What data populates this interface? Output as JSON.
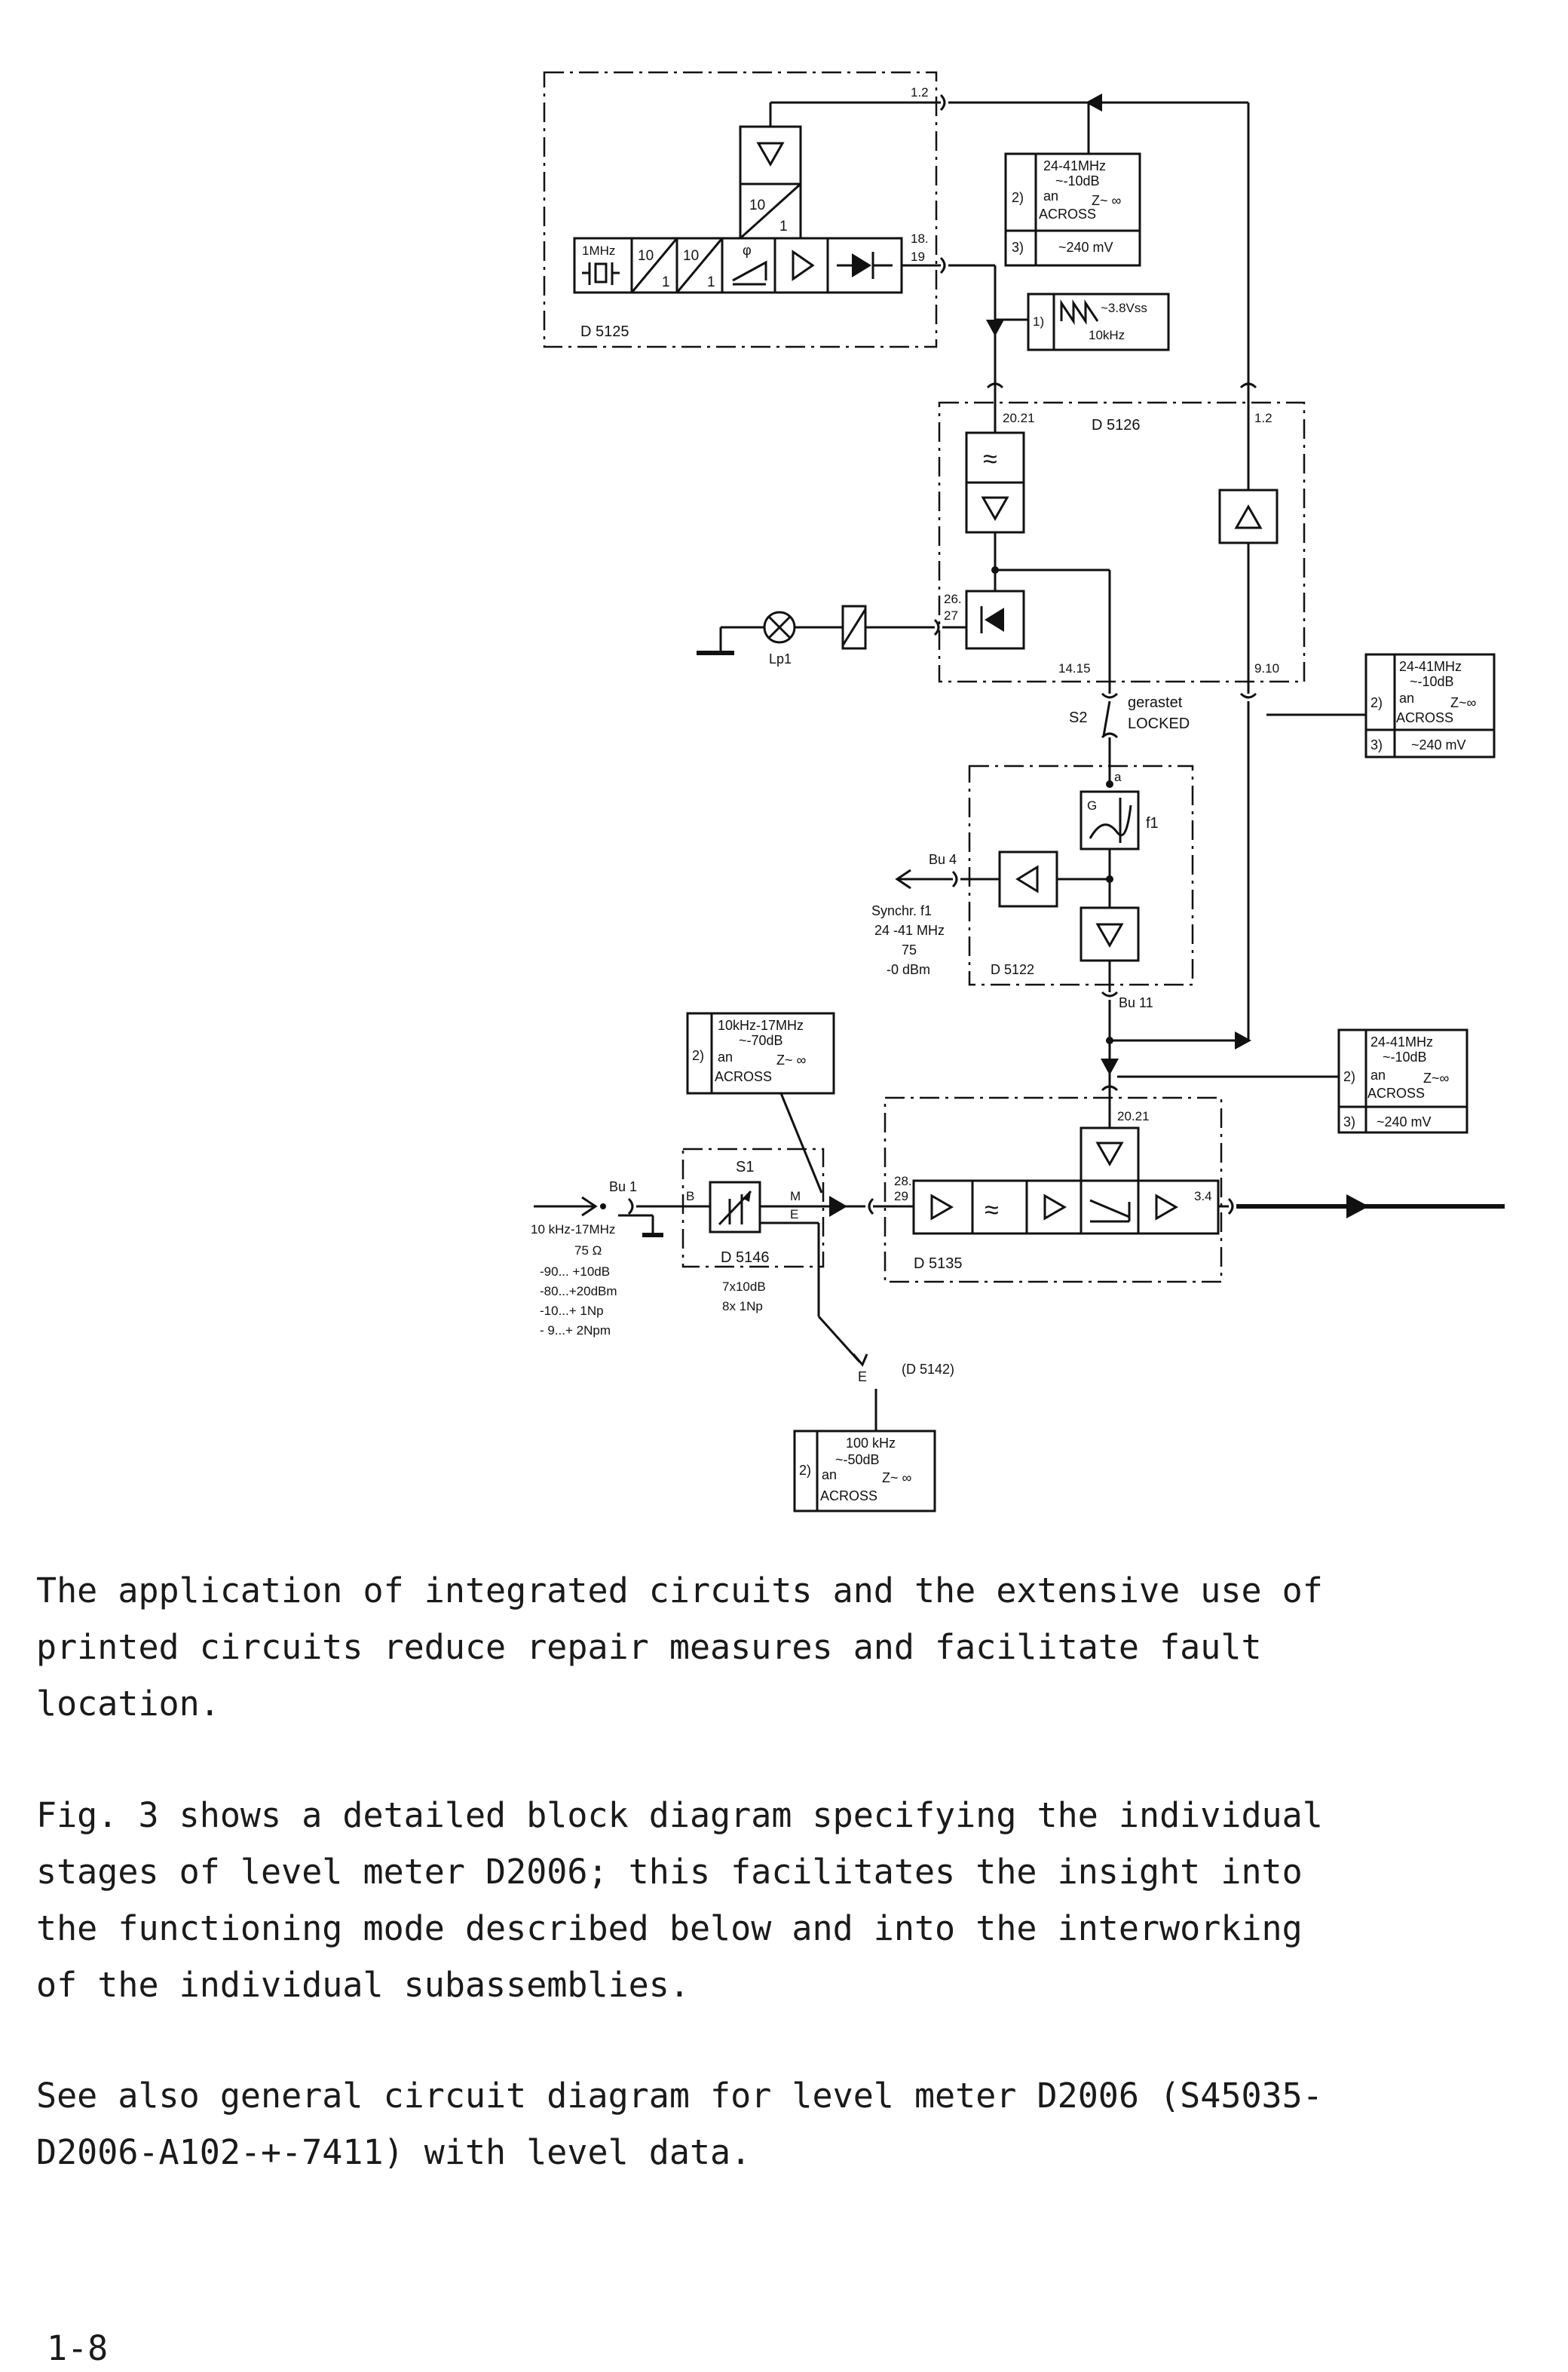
{
  "diagram": {
    "modules": {
      "d5125": "D 5125",
      "d5126": "D 5126",
      "d5122": "D 5122",
      "d5135": "D 5135",
      "d5146": "D 5146",
      "d5142": "(D 5142)"
    },
    "blocks": {
      "osc_label": "1MHz",
      "div1_top": "10",
      "div1_bot": "1",
      "div2_top": "10",
      "div2_bot": "1",
      "div3_top": "10",
      "div3_bot": "1",
      "phase_symbol": "φ",
      "vco_gain": "G",
      "vco_freq": "f1",
      "s1_label": "S1"
    },
    "pins": {
      "p_1_2_top": "1.2",
      "p_18": "18.",
      "p_19": "19",
      "p_20_21_a": "20.21",
      "p_1_2_b": "1.2",
      "p_26": "26.",
      "p_27": "27",
      "p_14_15": "14.15",
      "p_9_10": "9.10",
      "p_a": "a",
      "p_20_21_b": "20.21",
      "p_28": "28.",
      "p_29": "29",
      "p_3_4": "3.4",
      "p_B": "B",
      "p_M": "M",
      "p_E": "E",
      "p_E2": "E"
    },
    "labels": {
      "lp1": "Lp1",
      "s2": "S2",
      "gerastet": "gerastet",
      "locked": "LOCKED",
      "bu4": "Bu 4",
      "bu11": "Bu 11",
      "bu1": "Bu 1",
      "synchr": "Synchr. f1",
      "synchr_freq": "24 -41 MHz",
      "synchr_imp": "75",
      "synchr_lvl": "-0 dBm",
      "in_freq": "10 kHz-17MHz",
      "in_imp": "75 Ω",
      "range1": "-90... +10dB",
      "range2": "-80...+20dBm",
      "range3": "-10...+ 1Np",
      "range4": "- 9...+ 2Npm",
      "atten1": "7x10dB",
      "atten2": "8x 1Np",
      "sawtooth_val": "~3.8Vss",
      "sawtooth_freq": "10kHz",
      "sawtooth_num": "1)"
    },
    "callouts": {
      "c1": {
        "num2": "2)",
        "freq": "24-41MHz",
        "lvl": "~-10dB",
        "an": "an",
        "z": "Z~ ∞",
        "across": "ACROSS",
        "num3": "3)",
        "mv": "~240 mV"
      },
      "c2": {
        "num2": "2)",
        "freq": "24-41MHz",
        "lvl": "~-10dB",
        "an": "an",
        "z": "Z~∞",
        "across": "ACROSS",
        "num3": "3)",
        "mv": "~240 mV"
      },
      "c3": {
        "num2": "2)",
        "freq": "24-41MHz",
        "lvl": "~-10dB",
        "an": "an",
        "z": "Z~∞",
        "across": "ACROSS",
        "num3": "3)",
        "mv": "~240 mV"
      },
      "c4": {
        "num2": "2)",
        "freq": "10kHz-17MHz",
        "lvl": "~-70dB",
        "an": "an",
        "z": "Z~ ∞",
        "across": "ACROSS"
      },
      "c5": {
        "num2": "2)",
        "freq": "100 kHz",
        "lvl": "~-50dB",
        "an": "an",
        "z": "Z~ ∞",
        "across": "ACROSS"
      }
    }
  },
  "text": {
    "p1": "The application of integrated circuits and the extensive use of\nprinted circuits reduce repair measures and facilitate fault\nlocation.",
    "p2": "Fig. 3 shows a detailed block diagram specifying the individual\nstages of level meter D2006; this facilitates the insight into\nthe functioning mode described below and into the interworking\nof the individual subassemblies.",
    "p3": "See also general circuit diagram for level meter D2006 (S45035-\nD2006-A102-+-7411) with level data.",
    "page_number": "1-8"
  }
}
